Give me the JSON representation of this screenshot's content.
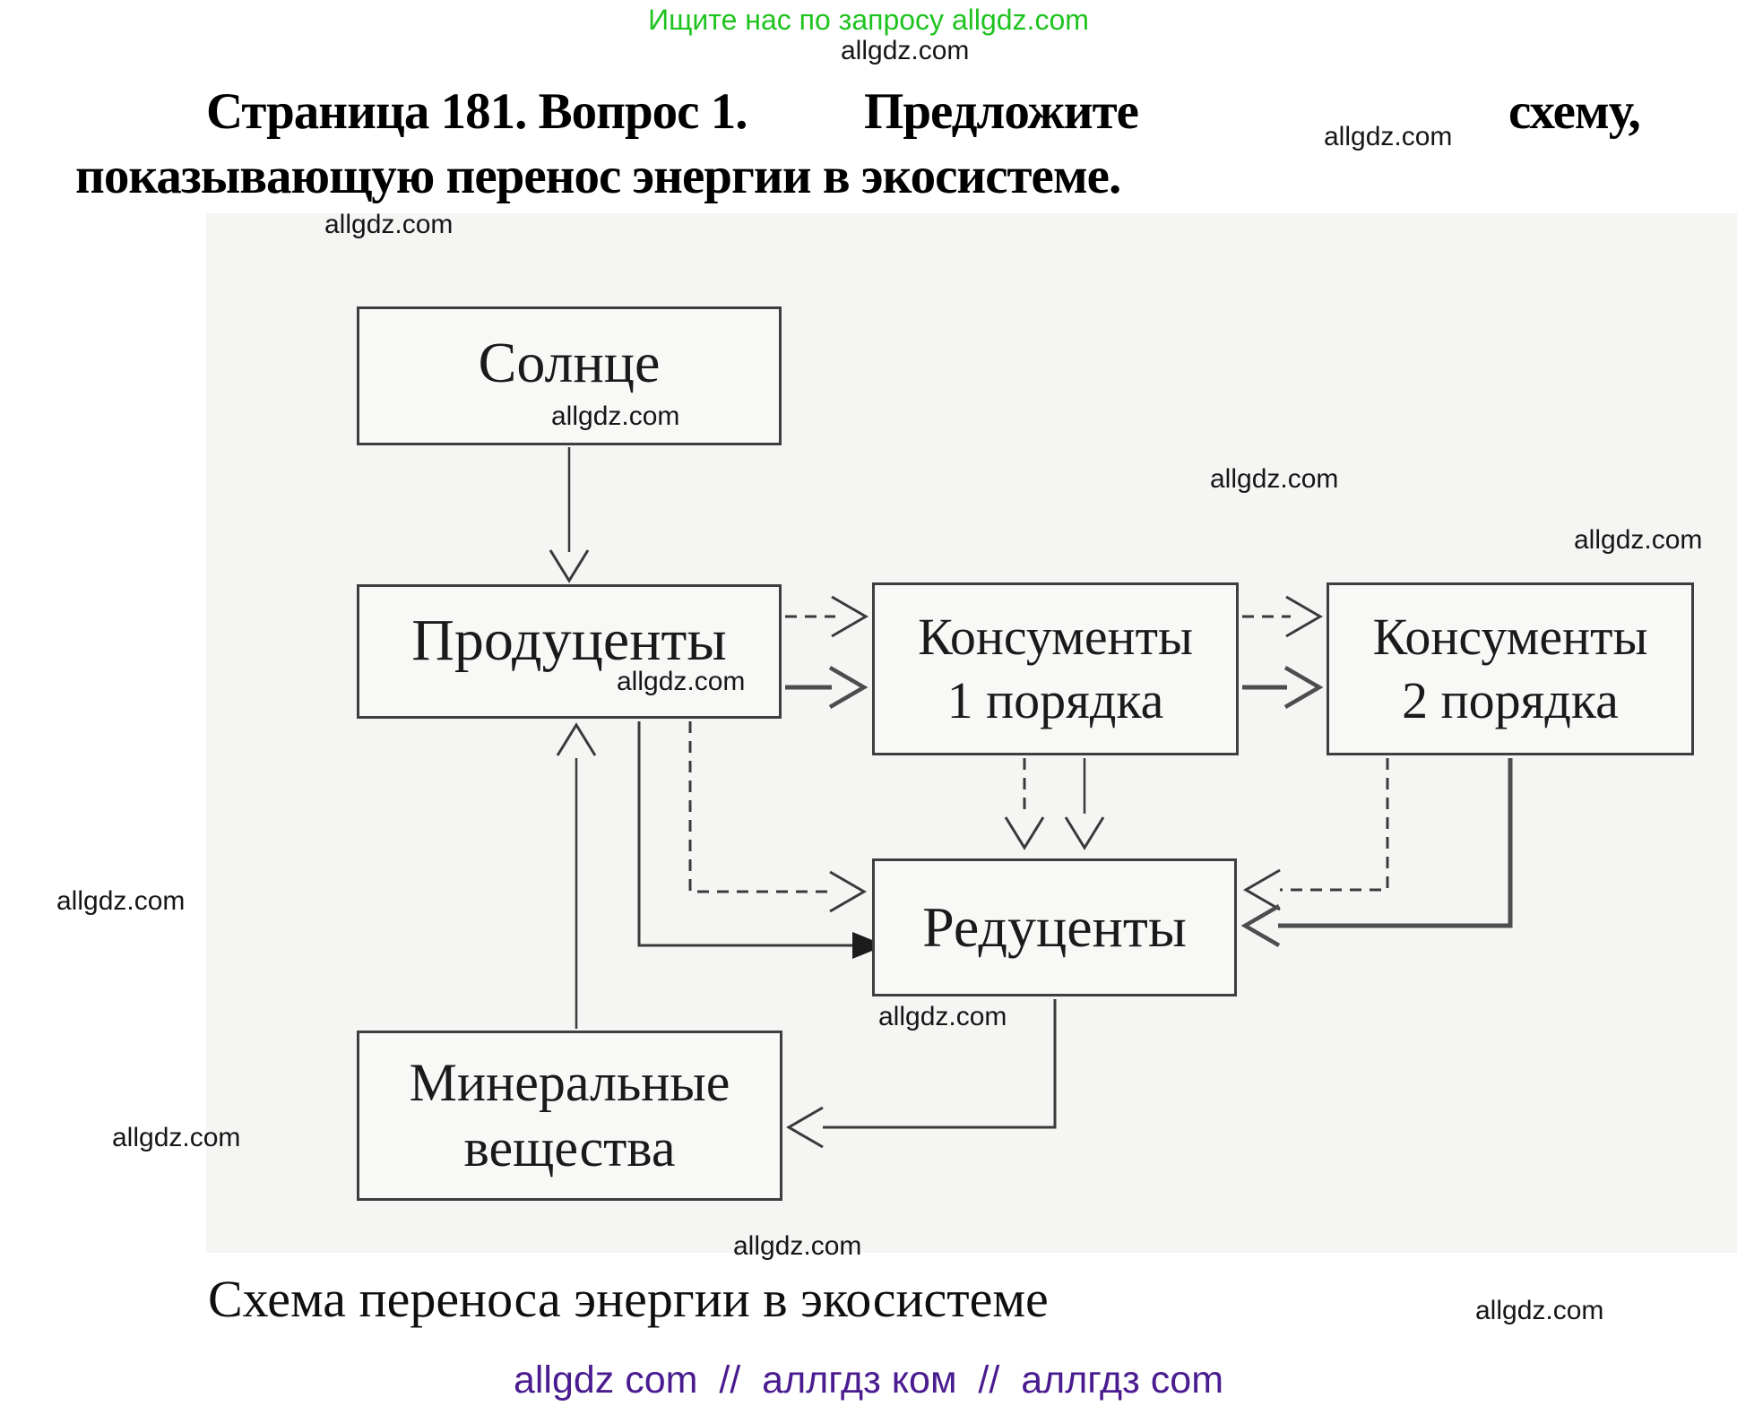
{
  "promo": {
    "text": "Ищите нас по запросу allgdz.com"
  },
  "watermark": "allgdz.com",
  "heading": {
    "part1": "Страница 181. Вопрос 1.",
    "part2": "Предложите",
    "part3": "схему,",
    "line2": "показывающую перенос энергии в экосистеме."
  },
  "diagram": {
    "nodes": {
      "sun": "Солнце",
      "producers": "Продуценты",
      "consumers1_line1": "Консументы",
      "consumers1_line2": "1 порядка",
      "consumers2_line1": "Консументы",
      "consumers2_line2": "2 порядка",
      "reducers": "Редуценты",
      "minerals_line1": "Минеральные",
      "minerals_line2": "вещества"
    }
  },
  "caption": "Схема переноса энергии в экосистеме",
  "footer": {
    "text": "allgdz com  //  аллгдз ком  //  аллгдз com"
  },
  "colors": {
    "green": "#1fc31f",
    "purple": "#4a1c90",
    "panel": "#f5f5f3"
  }
}
